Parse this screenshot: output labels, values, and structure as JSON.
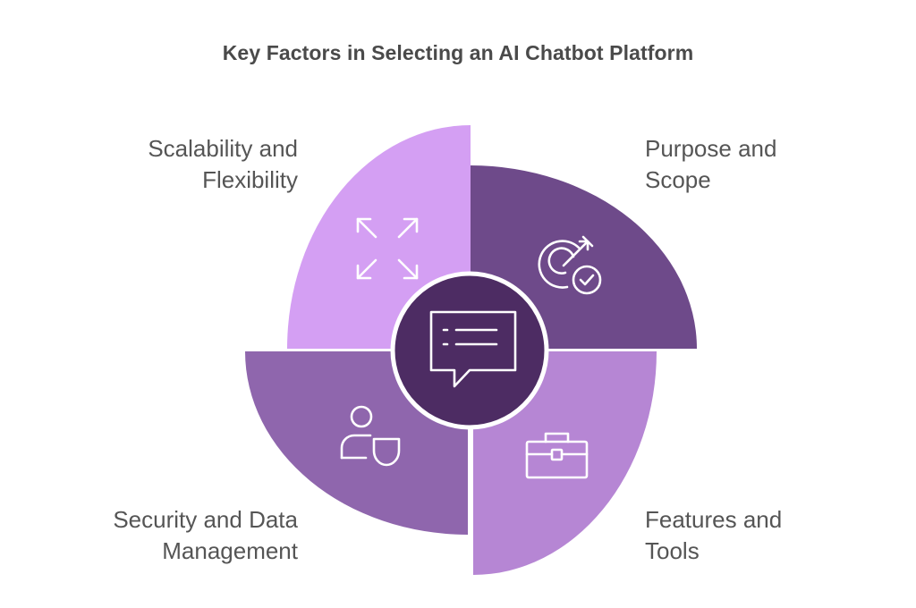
{
  "title": "Key Factors in Selecting an AI Chatbot Platform",
  "center": {
    "icon": "chat-bubble-list-icon",
    "color": "#4d2c63"
  },
  "factors": [
    {
      "id": "scalability",
      "line1": "Scalability and",
      "line2": "Flexibility",
      "icon": "expand-arrows-icon",
      "color": "#d49ff3"
    },
    {
      "id": "purpose",
      "line1": "Purpose and",
      "line2": "Scope",
      "icon": "target-check-icon",
      "color": "#6e4a8a"
    },
    {
      "id": "features",
      "line1": "Features and",
      "line2": "Tools",
      "icon": "briefcase-icon",
      "color": "#b686d4"
    },
    {
      "id": "security",
      "line1": "Security and Data",
      "line2": "Management",
      "icon": "user-shield-icon",
      "color": "#8f66ad"
    }
  ]
}
